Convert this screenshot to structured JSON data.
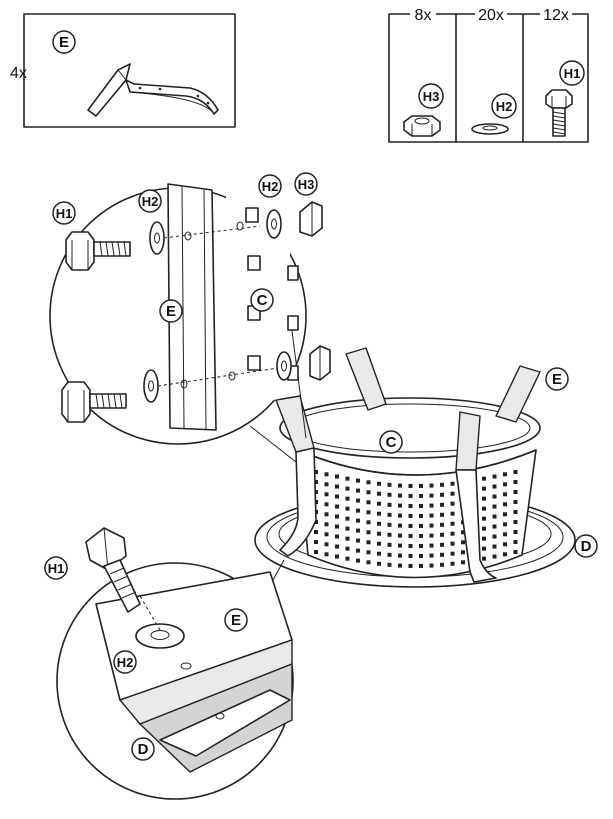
{
  "part_box": {
    "quantity": "4x",
    "label": "E"
  },
  "hardware_table": {
    "columns": [
      {
        "quantity": "8x",
        "label": "H3"
      },
      {
        "quantity": "20x",
        "label": "H2"
      },
      {
        "quantity": "12x",
        "label": "H1"
      }
    ]
  },
  "detail_top": {
    "labels": {
      "bolt": "H1",
      "washer_left": "H2",
      "panel": "E",
      "basket": "C",
      "washer_right": "H2",
      "nut": "H3"
    }
  },
  "detail_bottom": {
    "labels": {
      "bolt": "H1",
      "washer": "H2",
      "panel": "E",
      "base": "D"
    }
  },
  "assembly": {
    "labels": {
      "basket": "C",
      "leg": "E",
      "base": "D"
    }
  }
}
